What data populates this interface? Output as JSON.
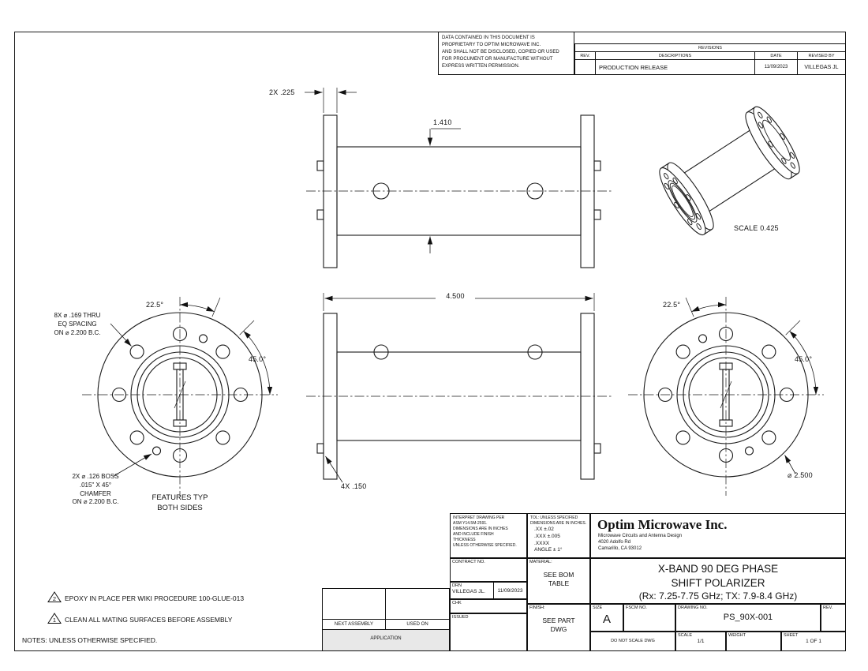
{
  "notice": {
    "text": "DATA CONTAINED IN THIS DOCUMENT IS\nPROPRIETARY TO OPTIM MICROWAVE INC.\nAND SHALL NOT BE DISCLOSED, COPIED OR USED\nFOR PROCUMENT OR MANUFACTURE WITHOUT\nEXPRESS WRITTEN PERMISSION."
  },
  "revisions": {
    "title": "REVISIONS",
    "headers": {
      "rev": "REV.",
      "desc": "DESCRIPTIONS",
      "date": "DATE",
      "by": "REVISED BY"
    },
    "rows": [
      {
        "rev": "",
        "desc": "PRODUCTION RELEASE",
        "date": "11/09/2023",
        "by": "VILLEGAS JL"
      }
    ]
  },
  "dims": {
    "flange_thickness": "2X .225",
    "body_diameter": "1.410",
    "overall_length": "4.500",
    "boss_height": "4X .150",
    "iso_scale": "SCALE 0.425",
    "left_angle_small": "22.5°",
    "left_angle_large": "45.0°",
    "right_angle_small": "22.5°",
    "right_angle_large": "45.0°",
    "outer_diameter": "⌀ 2.500",
    "holes_note": "8X ⌀ .169 THRU\nEQ SPACING\nON ⌀ 2.200 B.C.",
    "boss_note": "2X ⌀ .126 BOSS\n.015\" X 45°\nCHAMFER\nON ⌀ 2.200 B.C.",
    "features_note": "FEATURES TYP\nBOTH SIDES"
  },
  "notes": {
    "heading": "NOTES: UNLESS OTHERWISE SPECIFIED.",
    "flags": [
      {
        "num": "2",
        "text": "EPOXY IN PLACE PER WIKI PROCEDURE 100-GLUE-013"
      },
      {
        "num": "1",
        "text": "CLEAN ALL MATING SURFACES BEFORE ASSEMBLY"
      }
    ]
  },
  "title_block": {
    "interpret": "INTERPRET DRAWING PER\nASM Y14.5M-2591.\nDIMENSIONS ARE IN INCHES\nAND INCLUDE FINISH\nTHICKNESS\nUNLESS OTHERWISE SPECIFIED.",
    "tolerance_heading": "TOL: UNLESS SPECIFIED\nDIMENSIONS ARE IN INCHES.",
    "tolerance_values": ".XX  ±.02\n.XXX ±.005\n.XXXX\nANGLE ± 1°",
    "company_name": "Optim Microwave Inc.",
    "company_address": "Microwave Circuits and Antenna Design\n4020 Adolfo Rd\nCamarillo, CA 93012",
    "contract_label": "CONTRACT NO.",
    "material_label": "MATERIAL:",
    "material_value": "SEE BOM\nTABLE",
    "finish_label": "FINISH:",
    "finish_value": "SEE PART\nDWG",
    "drn_label": "DRN",
    "drn_name": "VILLEGAS JL.",
    "drn_date": "11/09/2023",
    "chk_label": "CHK",
    "issued_label": "ISSUED",
    "title_line1": "X-BAND 90 DEG PHASE",
    "title_line2": "SHIFT POLARIZER",
    "title_line3": "(Rx: 7.25-7.75 GHz; TX: 7.9-8.4 GHz)",
    "size_label": "SIZE",
    "size_value": "A",
    "fscm_label": "FSCM NO.",
    "dwg_label": "DRAWING NO.",
    "dwg_number": "PS_90X-001",
    "rev_label": "REV.",
    "noscale": "DO NOT SCALE DWG",
    "scale_label": "SCALE",
    "scale_value": "1/1",
    "weight_label": "WEIGHT",
    "sheet_label": "SHEET",
    "sheet_value": "1 OF 1",
    "next_assembly": "NEXT ASSEMBLY",
    "used_on": "USED ON",
    "application": "APPLICATION"
  }
}
